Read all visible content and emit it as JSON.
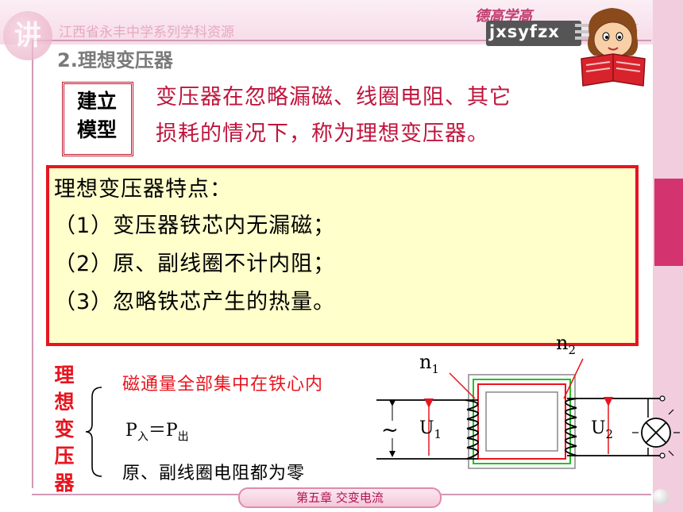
{
  "header": {
    "logo_glyph": "讲",
    "school_name": "江西省永丰中学系列学科资源",
    "calligraphy": "德高学高",
    "brand": "jxsyfzx"
  },
  "section": {
    "title": "2.理想变压器"
  },
  "model": {
    "label_line1": "建立",
    "label_line2": "模型",
    "definition_line1": "变压器在忽略漏磁、线圈电阻、其它",
    "definition_line2": "损耗的情况下，称为理想变压器。"
  },
  "features": {
    "heading": "理想变压器特点：",
    "items": [
      "（1）变压器铁芯内无漏磁；",
      "（2）原、副线圈不计内阻；",
      "（3）忽略铁芯产生的热量。"
    ]
  },
  "summary": {
    "vertical_label": [
      "理",
      "想",
      "变",
      "压",
      "器"
    ],
    "flux": "磁通量全部集中在铁心内",
    "power_p1": "P",
    "power_in": "入",
    "power_eq": "＝P",
    "power_out": "出",
    "resistance": "原、副线圈电阻都为零"
  },
  "diagram": {
    "n1": "n",
    "n1_sub": "1",
    "n2": "n",
    "n2_sub": "2",
    "u1": "U",
    "u1_sub": "1",
    "u2": "U",
    "u2_sub": "2",
    "ac_symbol": "~"
  },
  "footer": {
    "chapter": "第五章    交变电流"
  },
  "colors": {
    "accent_red": "#e8141e",
    "definition_red": "#c0143c",
    "feature_bg": "#ffffcc",
    "frame_pink": "#cf9ab4"
  }
}
